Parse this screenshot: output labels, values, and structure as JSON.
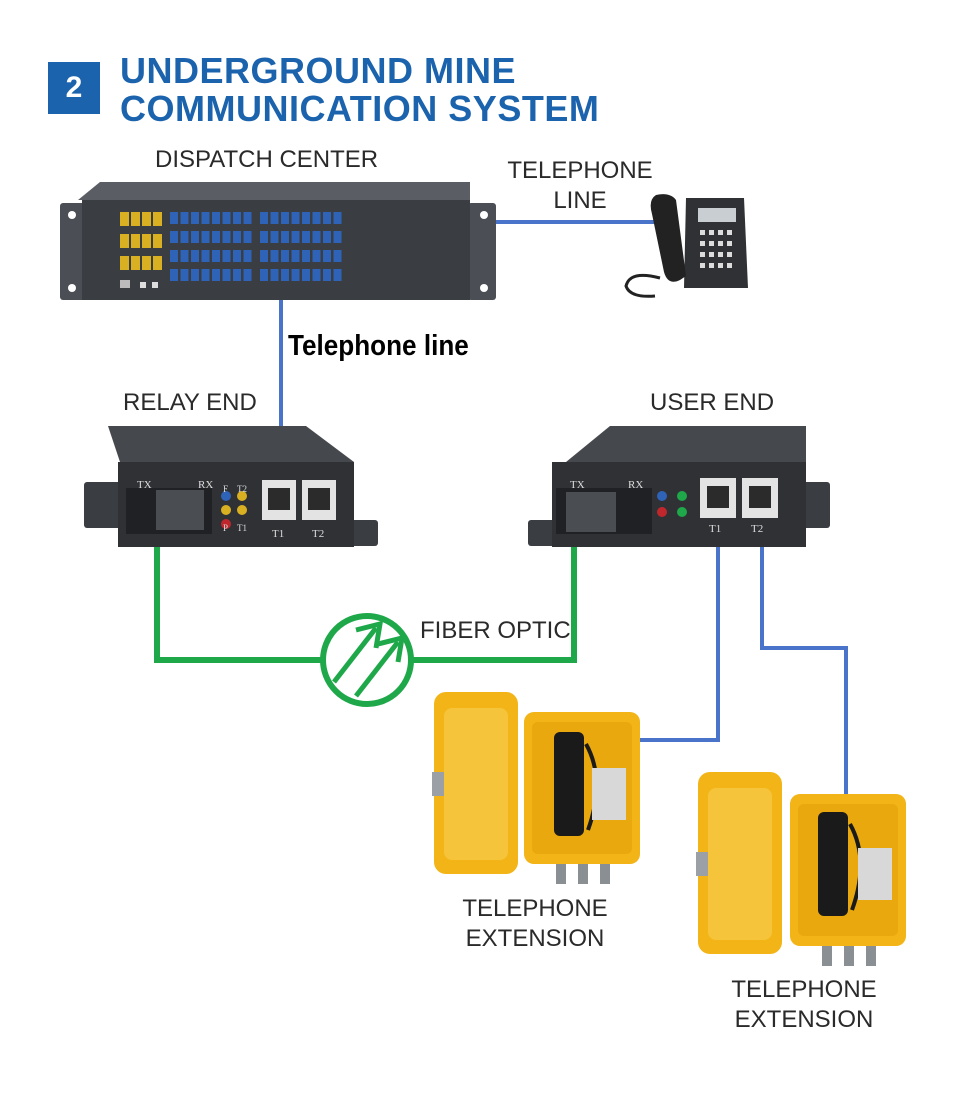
{
  "section": {
    "number": "2",
    "title_line1": "UNDERGROUND MINE",
    "title_line2": "COMMUNICATION SYSTEM"
  },
  "labels": {
    "dispatch_center": "DISPATCH CENTER",
    "telephone_line_top_1": "TELEPHONE",
    "telephone_line_top_2": "LINE",
    "telephone_line_mid": "Telephone line",
    "relay_end": "RELAY END",
    "user_end": "USER END",
    "fiber_optic": "FIBER OPTIC",
    "extension1_line1": "TELEPHONE",
    "extension1_line2": "EXTENSION",
    "extension2_line1": "TELEPHONE",
    "extension2_line2": "EXTENSION"
  },
  "converter_port_labels": {
    "tx": "TX",
    "rx": "RX",
    "f": "F",
    "p": "P",
    "t1": "T1",
    "t2": "T2"
  },
  "colors": {
    "accent": "#1b63ad",
    "telephone_line": "#4a74c9",
    "fiber_line": "#1fa84a",
    "device": "#3a3d42",
    "port_blue": "#2f63b8",
    "port_yellow": "#d9b021",
    "extension_yellow": "#f2b416"
  },
  "icons": [
    "fiber-optic-arrows-icon",
    "desk-phone-icon",
    "handset-icon",
    "keypad-icon"
  ]
}
